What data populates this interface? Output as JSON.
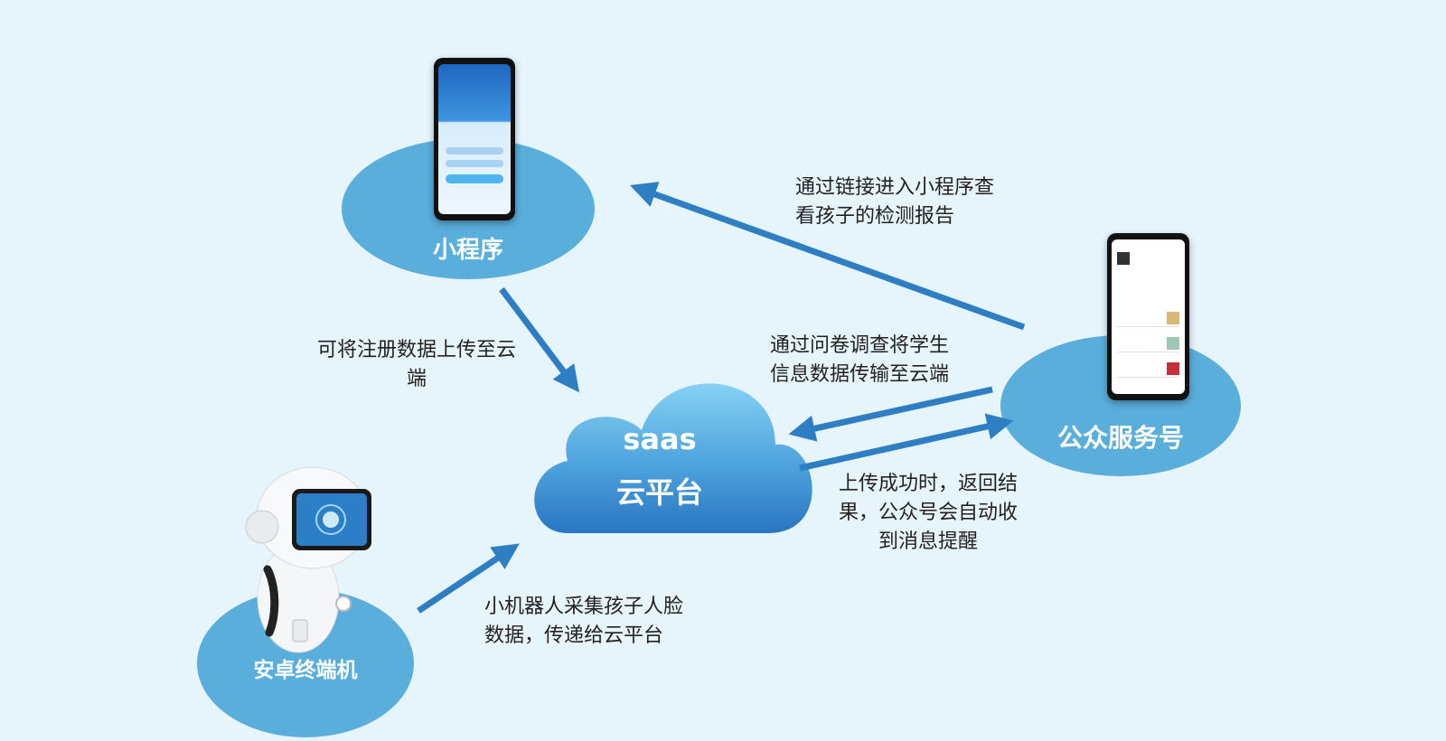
{
  "nodes": {
    "miniprogram": {
      "title": "小程序"
    },
    "cloud": {
      "title_line1": "saas",
      "title_line2": "云平台"
    },
    "official": {
      "title": "公众服务号"
    },
    "android": {
      "title": "安卓终端机"
    }
  },
  "edges": {
    "link_view": {
      "line1": "通过链接进入小程序查",
      "line2": "看孩子的检测报告"
    },
    "upload_register": {
      "line1": "可将注册数据上传至云",
      "line2": "端"
    },
    "survey": {
      "line1": "通过问卷调查将学生",
      "line2": "信息数据传输至云端"
    },
    "upload_success": {
      "line1": "上传成功时，返回结",
      "line2": "果，公众号会自动收",
      "line3": "到消息提醒"
    },
    "robot_face": {
      "line1": "小机器人采集孩子人脸",
      "line2": "数据，传递给云平台"
    }
  },
  "colors": {
    "background": "#e6f4fc",
    "ellipse": "#5aaedb",
    "arrow": "#2e7ec4",
    "cloud_top": "#7ccaf0",
    "cloud_bottom": "#2a78c4"
  }
}
